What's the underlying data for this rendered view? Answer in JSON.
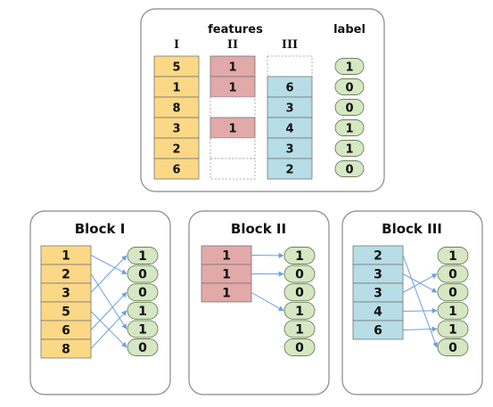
{
  "colors": {
    "yellow": "#fbd885",
    "red": "#e2a9a9",
    "blue": "#b7dde6",
    "green": "#d6e7c3",
    "panel_stroke": "#888888",
    "arrow": "#6a9fe0"
  },
  "top_table": {
    "features_title": "features",
    "label_title": "label",
    "columns": [
      "I",
      "II",
      "III"
    ],
    "col_I": [
      "5",
      "1",
      "8",
      "3",
      "2",
      "6"
    ],
    "col_II": [
      "1",
      "1",
      "",
      "1",
      "",
      ""
    ],
    "col_III": [
      "",
      "6",
      "3",
      "4",
      "3",
      "2"
    ],
    "labels": [
      "1",
      "0",
      "0",
      "1",
      "1",
      "0"
    ]
  },
  "blocks": [
    {
      "title": "Block I",
      "values": [
        "1",
        "2",
        "3",
        "5",
        "6",
        "8"
      ],
      "labels": [
        "1",
        "0",
        "0",
        "1",
        "1",
        "0"
      ],
      "arrows": [
        [
          0,
          1
        ],
        [
          1,
          4
        ],
        [
          2,
          0
        ],
        [
          3,
          5
        ],
        [
          4,
          2
        ],
        [
          5,
          3
        ]
      ]
    },
    {
      "title": "Block II",
      "values": [
        "1",
        "1",
        "1"
      ],
      "labels": [
        "1",
        "0",
        "0",
        "1",
        "1",
        "0"
      ],
      "arrows": [
        [
          0,
          0
        ],
        [
          1,
          1
        ],
        [
          2,
          3
        ]
      ]
    },
    {
      "title": "Block III",
      "values": [
        "2",
        "3",
        "3",
        "4",
        "6"
      ],
      "labels": [
        "1",
        "0",
        "0",
        "1",
        "1",
        "0"
      ],
      "arrows": [
        [
          0,
          5
        ],
        [
          1,
          2
        ],
        [
          2,
          1
        ],
        [
          3,
          3
        ],
        [
          4,
          4
        ]
      ]
    }
  ]
}
